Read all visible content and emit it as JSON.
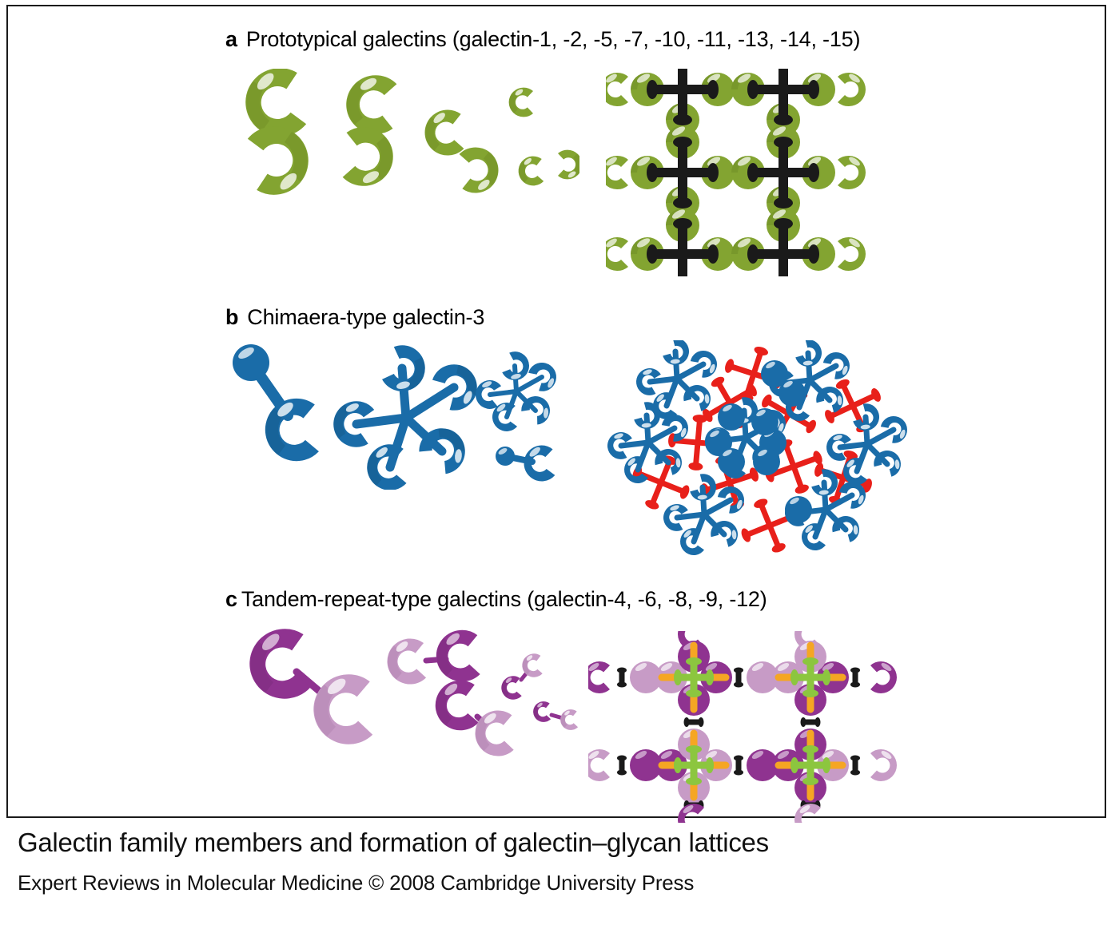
{
  "figure": {
    "caption_title": "Galectin family members and formation of galectin–glycan lattices",
    "caption_source": "Expert Reviews in Molecular Medicine © 2008 Cambridge University Press",
    "border_color": "#1a1a1a",
    "background": "#ffffff"
  },
  "panels": [
    {
      "id": "a",
      "letter": "a",
      "title": "Prototypical galectins (galectin-1, -2, -5, -7, -10, -11, -13, -14, -15)",
      "left_art": "prototypical-galectin-dimers",
      "right_art": "prototypical-galectin-glycan-lattice",
      "colors": {
        "galectin": "#83A431",
        "galectin_shade": "#6E8C26",
        "galectin_highlight": "#ffffff",
        "glycan": "#1a1a1a"
      },
      "description": "Homodimeric C-shaped carbohydrate-recognition domains forming an ordered cross-linked lattice with branched glycans"
    },
    {
      "id": "b",
      "letter": "b",
      "title": "Chimaera-type galectin-3",
      "left_art": "galectin-3-monomer-and-pentamer",
      "right_art": "galectin-3-glycan-lattice",
      "colors": {
        "galectin": "#1A6CA8",
        "galectin_shade": "#145988",
        "galectin_highlight": "#ffffff",
        "glycan": "#E8201A"
      },
      "description": "Monomeric chimaera-type galectin-3 with N-terminal tail oligomerising into pentamers cross-linked by glycans"
    },
    {
      "id": "c",
      "letter": "c",
      "title": "Tandem-repeat-type galectins (galectin-4, -6, -8, -9, -12)",
      "left_art": "tandem-repeat-galectin-pairs",
      "right_art": "tandem-repeat-galectin-glycan-lattice",
      "colors": {
        "galectin_dark": "#8F3390",
        "galectin_dark_shade": "#7A2B7B",
        "galectin_light": "#C79BC6",
        "galectin_light_shade": "#B184B0",
        "linker": "#1a1a1a",
        "glycan_orange": "#F5A623",
        "glycan_green": "#8CC63F"
      },
      "description": "Two distinct carbohydrate-recognition domains joined by a peptide linker forming heterogeneous glycan lattices"
    }
  ]
}
